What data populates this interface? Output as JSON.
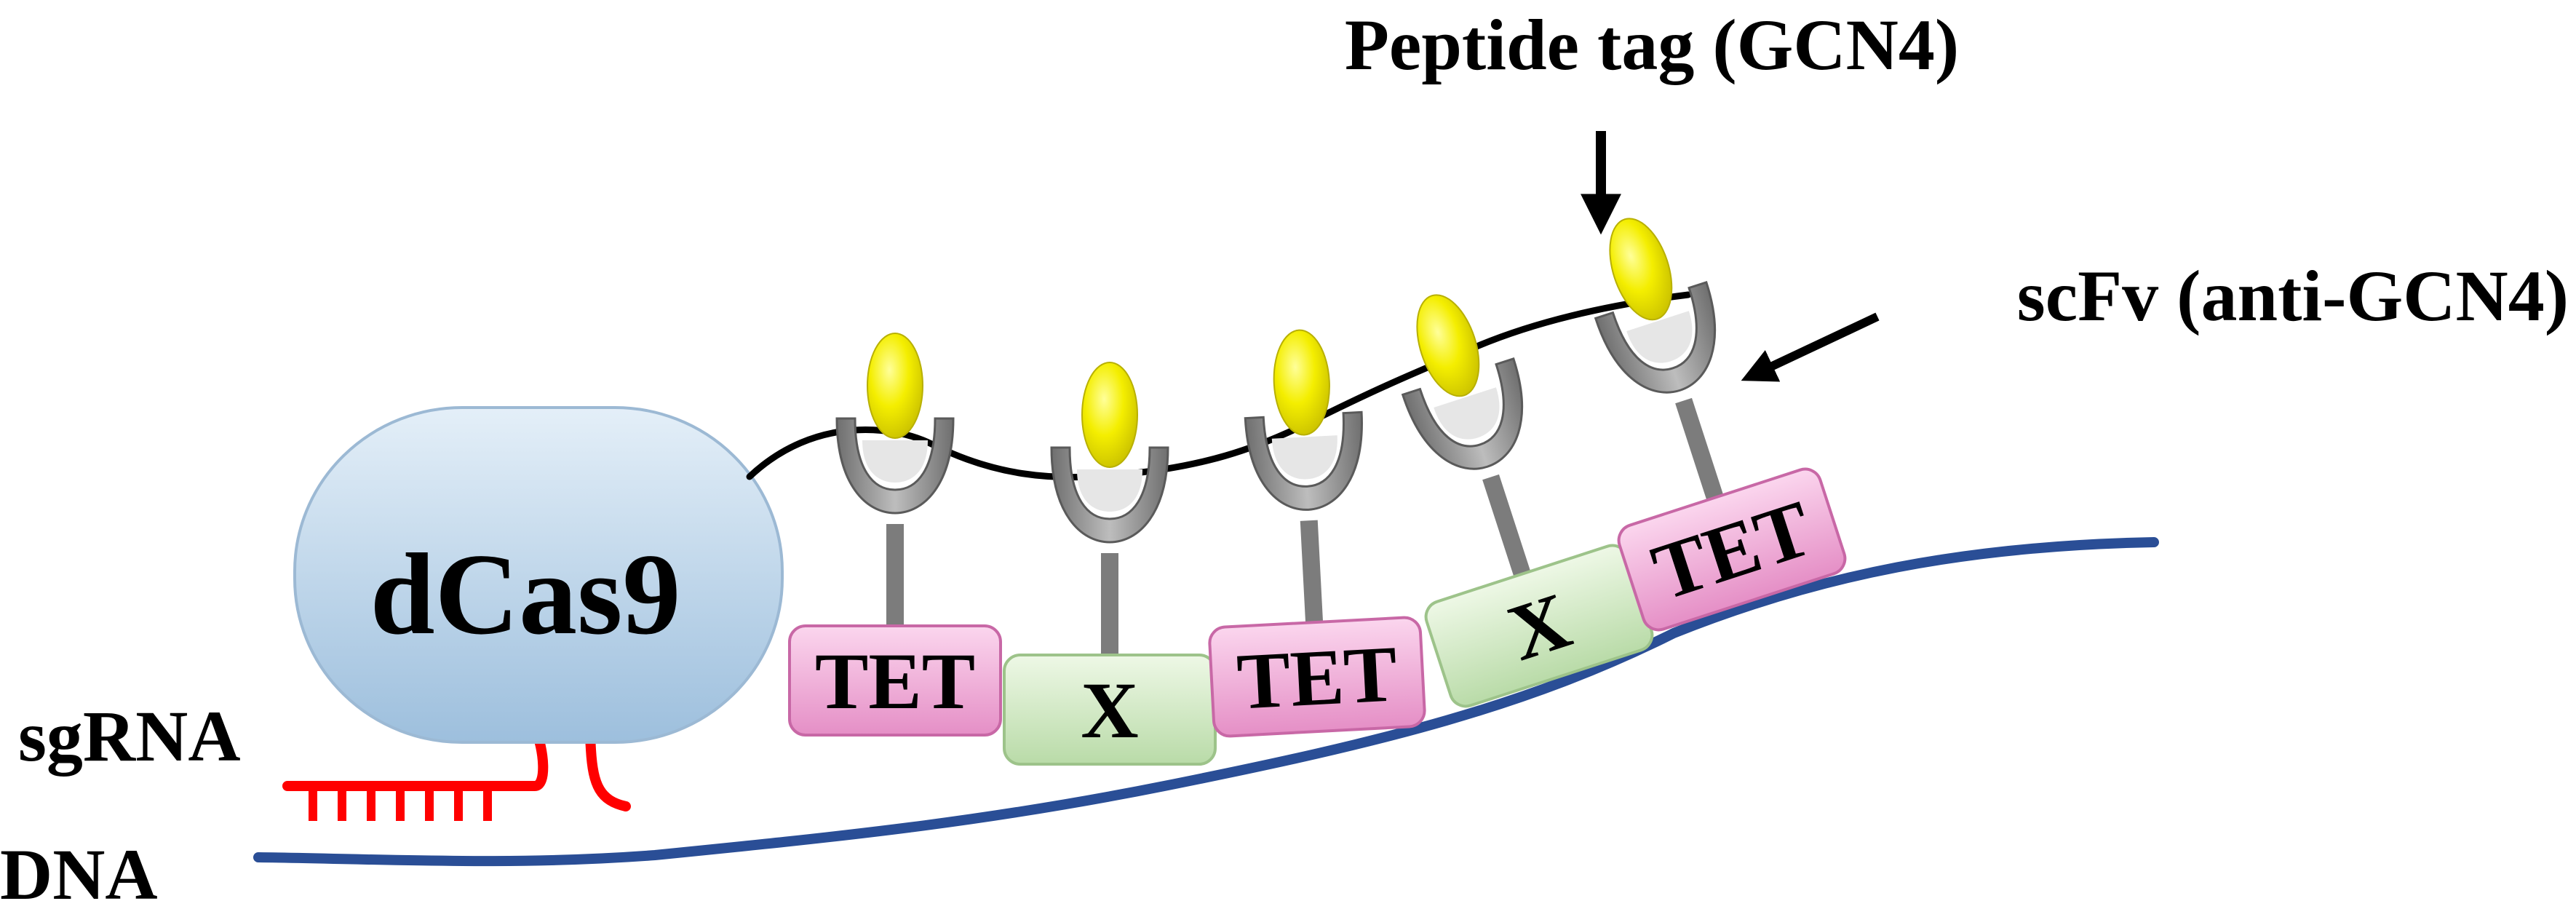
{
  "labels": {
    "peptide_tag": "Peptide tag (GCN4)",
    "scfv": "scFv (anti-GCN4)",
    "dcas9": "dCas9",
    "sgrna": "sgRNA",
    "dna": "DNA"
  },
  "effectors": [
    {
      "label": "TET",
      "kind": "tet"
    },
    {
      "label": "X",
      "kind": "x"
    },
    {
      "label": "TET",
      "kind": "tet"
    },
    {
      "label": "X",
      "kind": "x"
    },
    {
      "label": "TET",
      "kind": "tet"
    }
  ],
  "colors": {
    "dcas9_fill": "#bcd5ea",
    "dcas9_stroke": "#9cb9d4",
    "tet_fill": "#f2a9d6",
    "x_fill": "#cfe8c2",
    "peptide": "#f0ea00",
    "scfv": "#8a8a8a",
    "dna": "#2a4e96",
    "sgrna": "#ff0000",
    "linker": "#000000"
  }
}
